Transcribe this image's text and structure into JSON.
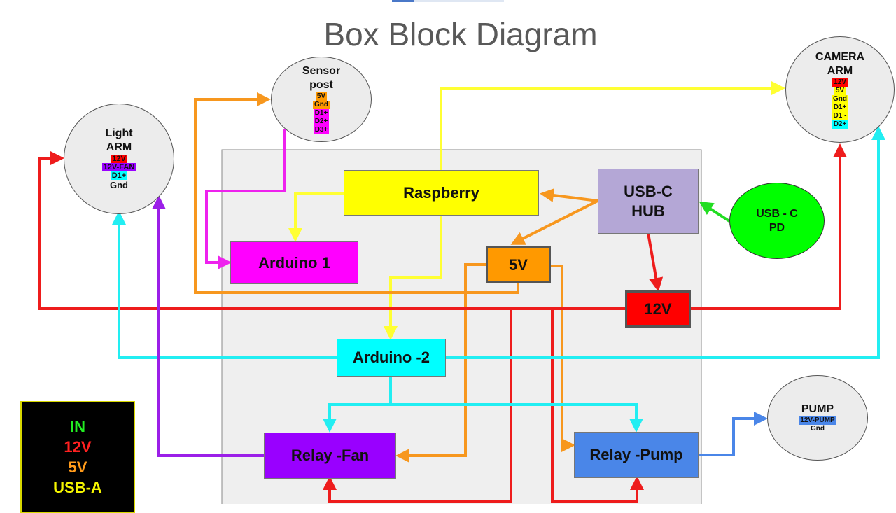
{
  "title": "Box Block Diagram",
  "blocks": {
    "raspberry": "Raspberry",
    "usbc_hub_line1": "USB-C",
    "usbc_hub_line2": "HUB",
    "arduino1": "Arduino 1",
    "power_5v": "5V",
    "power_12v": "12V",
    "arduino2": "Arduino -2",
    "relay_fan": "Relay -Fan",
    "relay_pump": "Relay -Pump",
    "usbc_pd_line1": "USB - C",
    "usbc_pd_line2": "PD"
  },
  "peripherals": {
    "light_arm": {
      "line1": "Light",
      "line2": "ARM",
      "pins": [
        "12V",
        "12V-FAN",
        "D1+",
        "Gnd"
      ]
    },
    "sensor_post": {
      "line1": "Sensor",
      "line2": "post",
      "pins": [
        "5V",
        "Gnd",
        "D1+",
        "D2+",
        "D3+"
      ]
    },
    "camera_arm": {
      "line1": "CAMERA",
      "line2": "ARM",
      "pins": [
        "12V",
        "5V",
        "Gnd",
        "D1+",
        "D1 -",
        "D2+"
      ]
    },
    "pump": {
      "line1": "PUMP",
      "pins": [
        "12V-PUMP",
        "Gnd"
      ]
    }
  },
  "legend": [
    {
      "label": "IN",
      "color": "#22ee22"
    },
    {
      "label": "12V",
      "color": "#ff2020"
    },
    {
      "label": "5V",
      "color": "#ff9a1a"
    },
    {
      "label": "USB-A",
      "color": "#f5f500"
    }
  ],
  "colors": {
    "wire_12v": "#ee1c1c",
    "wire_5v": "#f7971e",
    "wire_usb": "#ffff33",
    "wire_in": "#22dd22",
    "wire_data": "#22eef2",
    "wire_fan": "#9b1fe8",
    "wire_sensor": "#ee22ee",
    "wire_pump": "#4a86e8",
    "raspberry": "#ffff00",
    "usbc_hub": "#b4a7d6",
    "arduino1": "#ff00ff",
    "power_5v": "#ff9900",
    "power_12v": "#ff0000",
    "arduino2": "#00ffff",
    "relay_fan": "#9900ff",
    "relay_pump": "#4a86e8",
    "usbc_pd": "#00ff00"
  },
  "pin_colors": {
    "light_arm": [
      "#ff0000",
      "#9900ff",
      "#00ffff",
      ""
    ],
    "sensor_post": [
      "#ff9900",
      "#ff9900",
      "#ff00ff",
      "#ff00ff",
      "#ff00ff"
    ],
    "camera_arm": [
      "#ff0000",
      "#ffff00",
      "#ffff00",
      "#ffff00",
      "#ffff00",
      "#00ffff"
    ],
    "pump": [
      "#4a86e8",
      ""
    ]
  }
}
